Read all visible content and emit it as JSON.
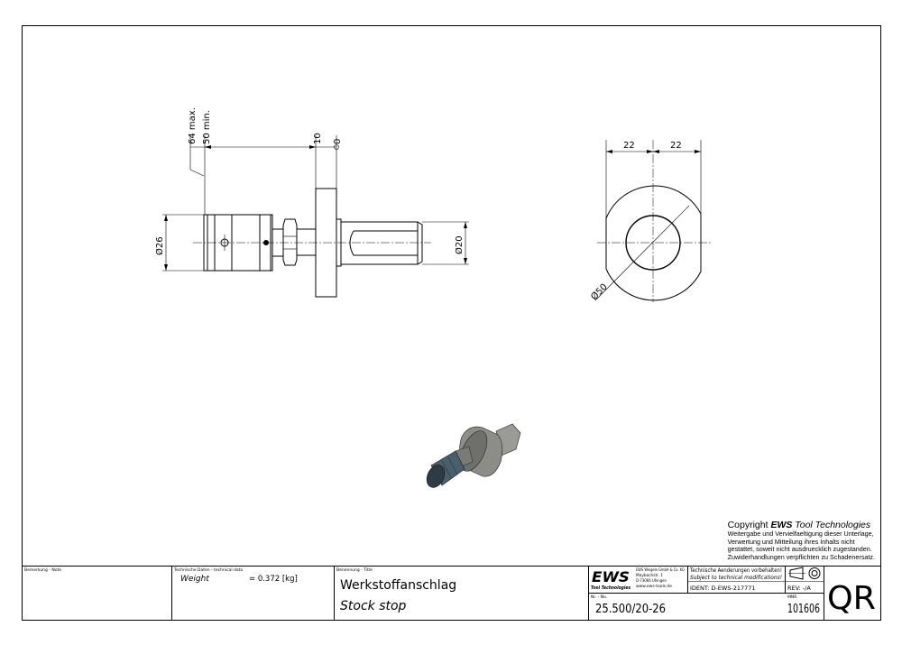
{
  "drawing": {
    "front_view": {
      "dim_64": "64 max.",
      "dim_50": "50 min.",
      "dim_10": "10",
      "dim_0": "0",
      "dim_d26": "Ø26",
      "dim_d20": "Ø20"
    },
    "side_view": {
      "dim_22_left": "22",
      "dim_22_right": "22",
      "dim_d50": "Ø50"
    }
  },
  "copyright": {
    "heading_prefix": "Copyright ",
    "heading_brand": "EWS",
    "heading_suffix": " Tool Technologies",
    "lines": [
      "Weitergabe und Vervielfaeltigung dieser Unterlage,",
      "Verwertung und Mitteilung ihres Inhalts nicht",
      "gestattet, soweit nicht ausdruecklich zugestanden.",
      "Zuwiderhandlungen verpflichten zu Schadenersatz."
    ]
  },
  "title_block": {
    "note_label": "Bemerkung - Note",
    "tech_label": "Technische Daten - technical data",
    "weight_label": "Weight",
    "weight_value": "= 0.372 [kg]",
    "title_label": "Benennung - Title",
    "title_de": "Werkstoffanschlag",
    "title_en": "Stock stop",
    "logo_text": "EWS",
    "logo_sub": "Tool Technologies",
    "company_lines": [
      "EWS Weigele GmbH & Co. KG",
      "Maybachstr. 1",
      "D-73066 Uhingen",
      "www.ews-tools.de"
    ],
    "changes_de": "Technische Aenderungen vorbehalten!",
    "changes_en": "Subject to technical modifications!",
    "ident": "IDENT:  D-EWS-217771",
    "rev": "REV:  -/A",
    "nr_label": "Nr. - No.",
    "nr_value": "25.500/20-26",
    "mnr_label": "MNR.",
    "mnr_value": "101606",
    "code": "QR"
  },
  "colors": {
    "line": "#000000",
    "body_blue": "#4a5f6e",
    "steel": "#8a8a86"
  }
}
